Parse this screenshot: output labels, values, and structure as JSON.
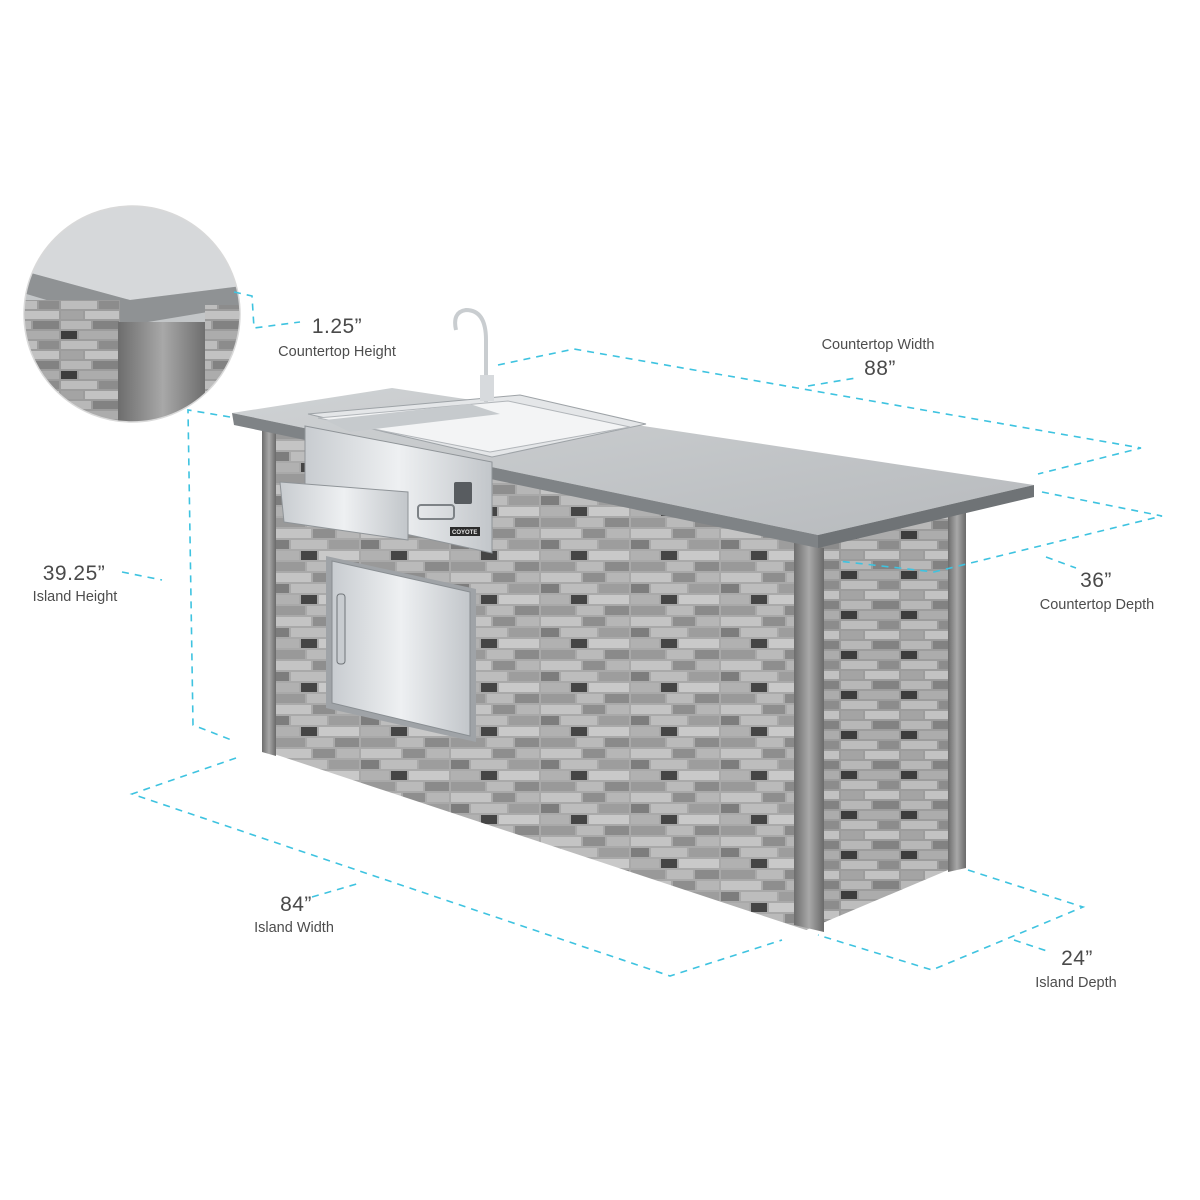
{
  "dimensions": {
    "countertop_height": {
      "value": "1.25”",
      "label": "Countertop Height"
    },
    "countertop_width": {
      "value": "88”",
      "label": "Countertop Width"
    },
    "countertop_depth": {
      "value": "36”",
      "label": "Countertop Depth"
    },
    "island_height": {
      "value": "39.25”",
      "label": "Island Height"
    },
    "island_width": {
      "value": "84”",
      "label": "Island Width"
    },
    "island_depth": {
      "value": "24”",
      "label": "Island Depth"
    }
  },
  "product": {
    "brand": "COYOTE"
  },
  "colors": {
    "dimension_line": "#3ec3e0",
    "text": "#4a4a4a",
    "stone_light": "#b9b9b9",
    "stone_dark": "#3a3a3a",
    "countertop": "#c9cccf",
    "stainless": "#dcdfe2"
  }
}
